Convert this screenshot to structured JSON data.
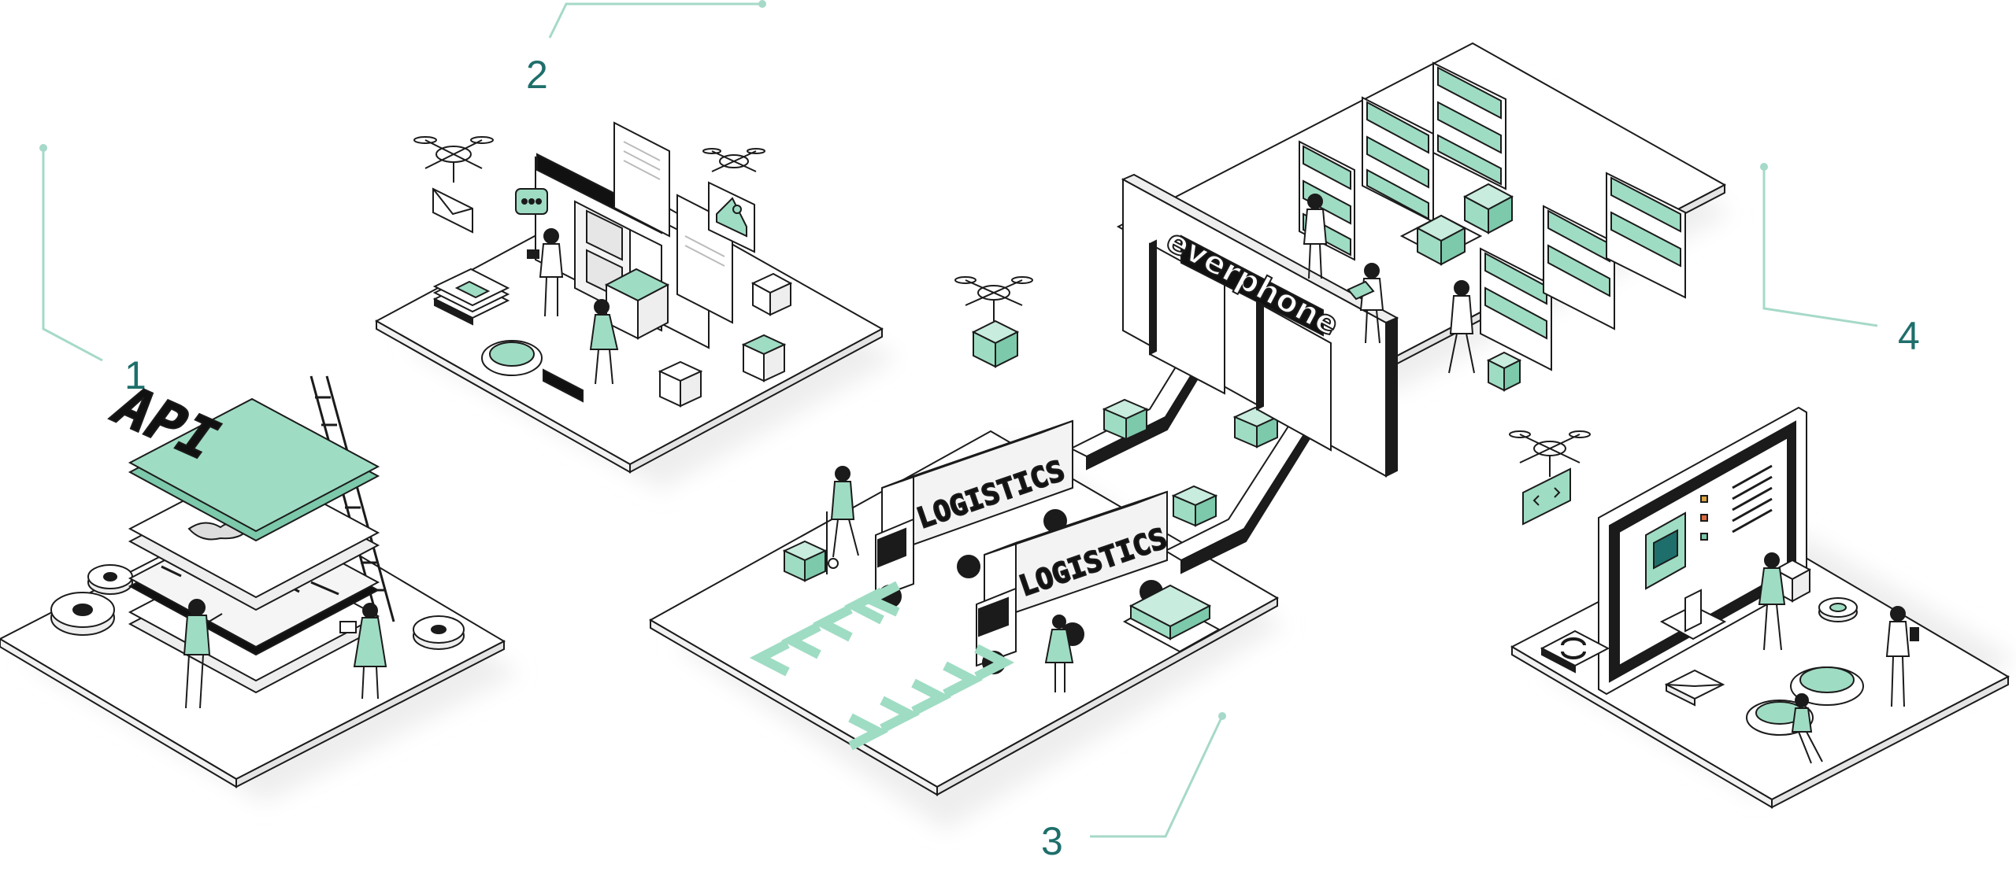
{
  "colors": {
    "mint": "#9fdcc4",
    "mint_light": "#c8ecde",
    "teal_text": "#1e6f6b",
    "leader_line": "#a6d9c9",
    "outline": "#1b1b1b",
    "platform": "#ffffff",
    "shadow": "#eeeeee"
  },
  "steps": [
    {
      "number": "1",
      "icon": "api-layers-scene"
    },
    {
      "number": "2",
      "icon": "content-production-scene"
    },
    {
      "number": "3",
      "icon": "logistics-scene"
    },
    {
      "number": "4",
      "icon": "customer-service-scene"
    }
  ],
  "api_block": {
    "label": "API"
  },
  "trucks": [
    {
      "label": "LOGISTICS"
    },
    {
      "label": "LOGISTICS"
    }
  ],
  "warehouse_sign": {
    "label": "everphone"
  },
  "icons": [
    "drone-icon",
    "envelope-icon",
    "chat-bubble-icon",
    "image-icon",
    "box-icon",
    "gear-icon",
    "magnifier-icon",
    "ladder-icon",
    "monitor-icon",
    "shelf-icon",
    "chevron-arrow-icon"
  ]
}
